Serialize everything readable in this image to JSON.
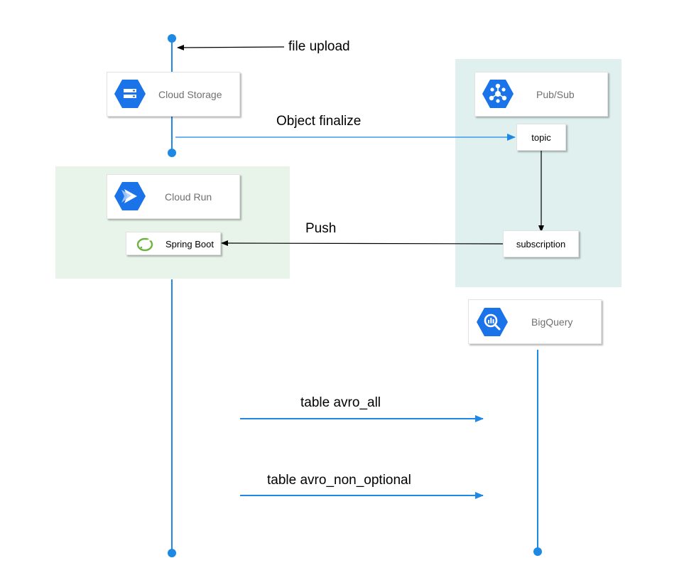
{
  "labels": {
    "file_upload": "file upload",
    "object_finalize": "Object finalize",
    "push": "Push",
    "table_avro_all": "table avro_all",
    "table_avro_non_optional": "table avro_non_optional"
  },
  "services": {
    "cloud_storage": "Cloud Storage",
    "pubsub": "Pub/Sub",
    "cloud_run": "Cloud Run",
    "bigquery": "BigQuery"
  },
  "components": {
    "topic": "topic",
    "subscription": "subscription",
    "spring_boot": "Spring Boot"
  },
  "colors": {
    "gcp_blue": "#1a73e8",
    "line_blue": "#1e88e5",
    "run_zone": "#e8f4ea",
    "pubsub_zone": "#dff0ef",
    "spring_green": "#6db33f"
  },
  "icons": {
    "cloud_storage": "storage-icon",
    "pubsub": "pubsub-icon",
    "cloud_run": "cloud-run-icon",
    "bigquery": "bigquery-icon",
    "spring_boot": "spring-leaf-icon"
  }
}
